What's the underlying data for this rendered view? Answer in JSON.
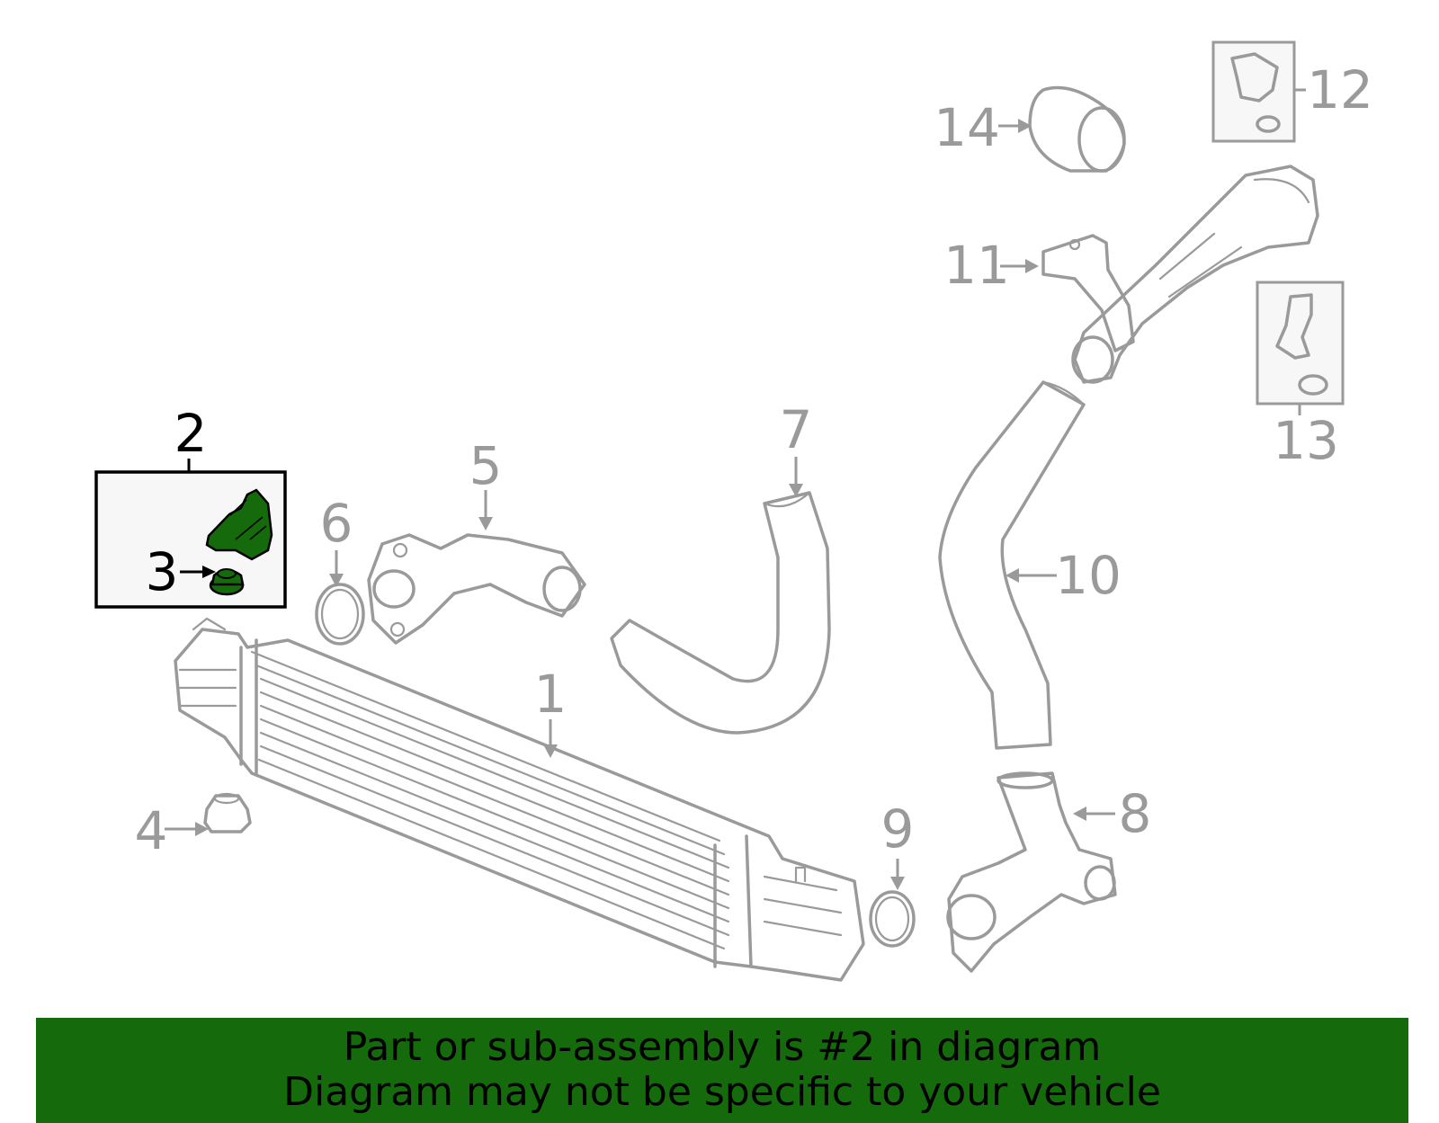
{
  "highlight_color": "#156a0b",
  "callouts": [
    {
      "id": "1",
      "label": "1",
      "highlighted": false
    },
    {
      "id": "2",
      "label": "2",
      "highlighted": true
    },
    {
      "id": "3",
      "label": "3",
      "highlighted": true
    },
    {
      "id": "4",
      "label": "4",
      "highlighted": false
    },
    {
      "id": "5",
      "label": "5",
      "highlighted": false
    },
    {
      "id": "6",
      "label": "6",
      "highlighted": false
    },
    {
      "id": "7",
      "label": "7",
      "highlighted": false
    },
    {
      "id": "8",
      "label": "8",
      "highlighted": false
    },
    {
      "id": "9",
      "label": "9",
      "highlighted": false
    },
    {
      "id": "10",
      "label": "10",
      "highlighted": false
    },
    {
      "id": "11",
      "label": "11",
      "highlighted": false
    },
    {
      "id": "12",
      "label": "12",
      "highlighted": false
    },
    {
      "id": "13",
      "label": "13",
      "highlighted": false
    },
    {
      "id": "14",
      "label": "14",
      "highlighted": false
    }
  ],
  "banner": {
    "line1": "Part or sub-assembly is #2 in diagram",
    "line2": "Diagram may not be specific to your vehicle"
  }
}
